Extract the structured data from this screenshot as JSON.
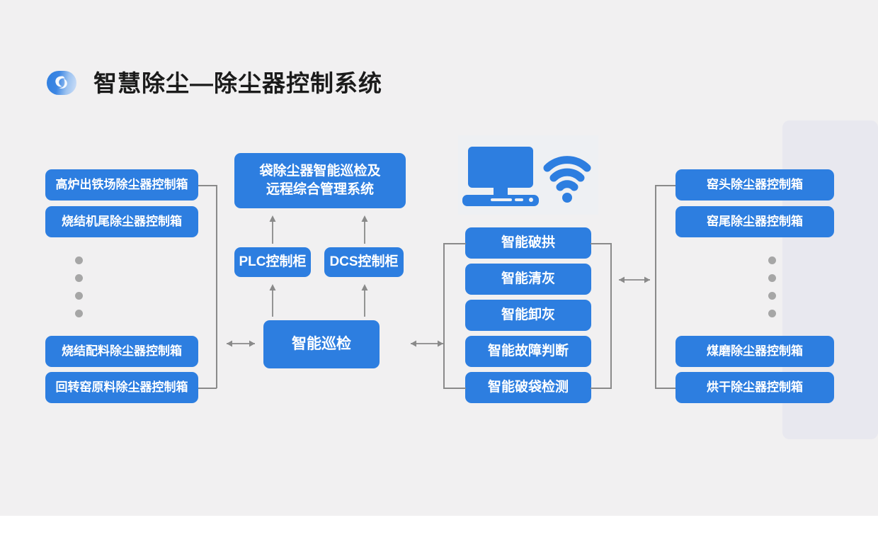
{
  "header": {
    "title": "智慧除尘—除尘器控制系统",
    "logo_icon": "swirl-logo-icon"
  },
  "colors": {
    "box_blue": "#2d7ee0",
    "canvas": "#f1f0f1",
    "panel": "#e8e8ef",
    "connector": "#8a8a8a",
    "dot": "#a6a6a6"
  },
  "left_column": {
    "top_items": [
      {
        "label": "高炉出铁场除尘器控制箱"
      },
      {
        "label": "烧结机尾除尘器控制箱"
      }
    ],
    "ellipsis_dots": 4,
    "bottom_items": [
      {
        "label": "烧结配料除尘器控制箱"
      },
      {
        "label": "回转窑原料除尘器控制箱"
      }
    ]
  },
  "center_column": {
    "system_box": "袋除尘器智能巡检及\n远程综合管理系统",
    "system_box_line1": "袋除尘器智能巡检及",
    "system_box_line2": "远程综合管理系统",
    "cabinets": [
      {
        "label": "PLC控制柜"
      },
      {
        "label": "DCS控制柜"
      }
    ],
    "inspection_box": "智能巡检"
  },
  "illustration": {
    "desktop_icon": "desktop-computer-icon",
    "wifi_icon": "wifi-signal-icon"
  },
  "function_column": {
    "items": [
      {
        "label": "智能破拱"
      },
      {
        "label": "智能清灰"
      },
      {
        "label": "智能卸灰"
      },
      {
        "label": "智能故障判断"
      },
      {
        "label": "智能破袋检测"
      }
    ]
  },
  "right_column": {
    "top_items": [
      {
        "label": "窑头除尘器控制箱"
      },
      {
        "label": "窑尾除尘器控制箱"
      }
    ],
    "ellipsis_dots": 4,
    "bottom_items": [
      {
        "label": "煤磨除尘器控制箱"
      },
      {
        "label": "烘干除尘器控制箱"
      }
    ]
  },
  "connectors": {
    "left_arrow_icon": "double-arrow-horizontal-icon",
    "right_arrow_icon": "arrow-right-icon",
    "far_right_arrow_icon": "double-arrow-horizontal-icon",
    "plc_arrow_icon": "arrow-up-icon",
    "dcs_arrow_icon": "arrow-up-icon"
  }
}
